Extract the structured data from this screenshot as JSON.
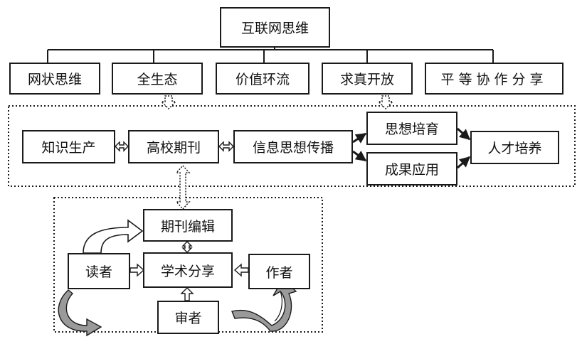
{
  "top_concept": "互联网思维",
  "thinking_modes": [
    "网状思维",
    "全生态",
    "价值环流",
    "求真开放",
    "平等协作分享"
  ],
  "process": {
    "knowledge_production": "知识生产",
    "university_journal": "高校期刊",
    "dissemination": "信息思想传播",
    "cultivation": "思想培育",
    "application": "成果应用",
    "talent": "人才培养"
  },
  "sharing": {
    "editing": "期刊编辑",
    "academic_sharing": "学术分享",
    "reader": "读者",
    "author": "作者",
    "reviewer": "审者"
  },
  "colors": {
    "line": "#1a1a1a",
    "curved_arrow_fill": "#9a9a9a"
  }
}
